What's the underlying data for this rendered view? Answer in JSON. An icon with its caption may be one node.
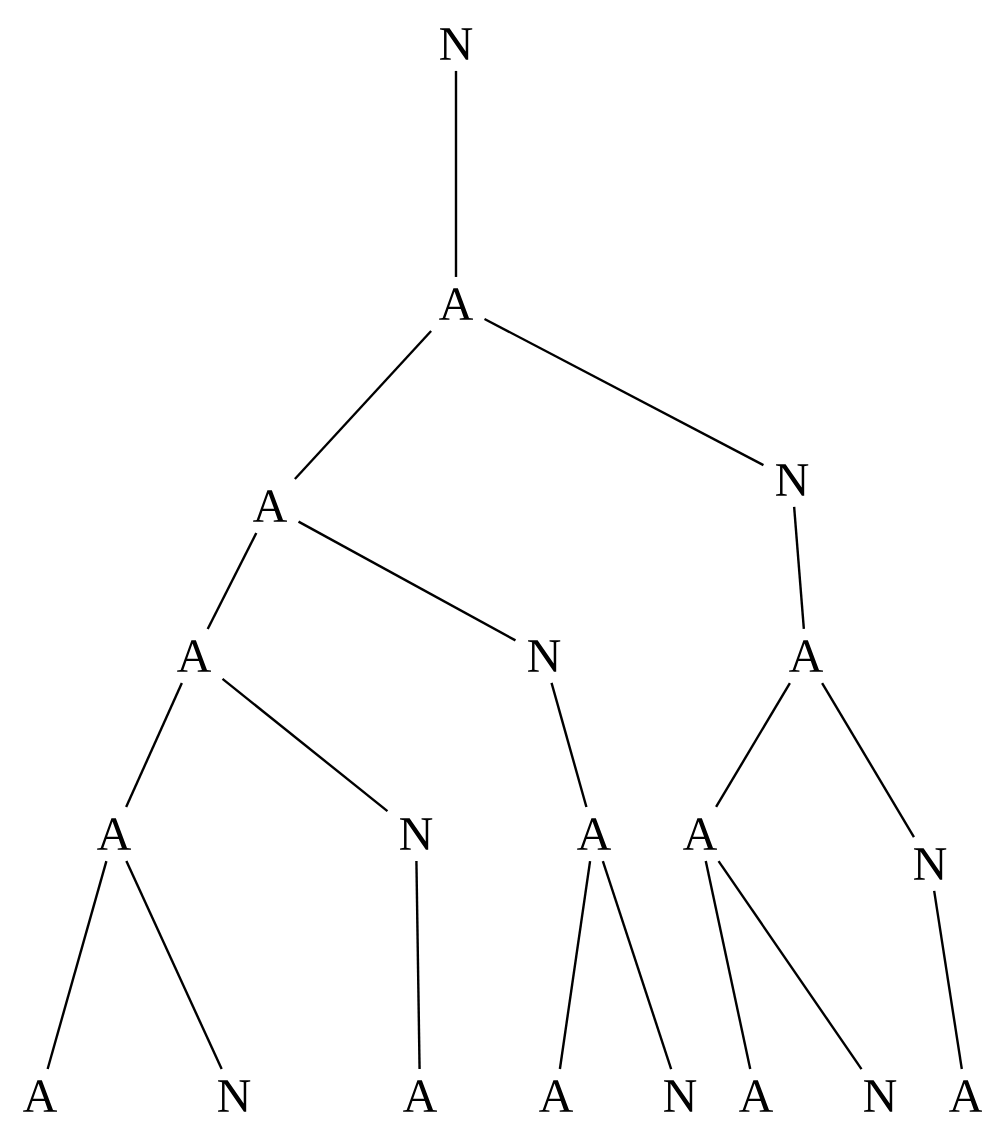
{
  "diagram": {
    "nodes": [
      {
        "text": [
          "N"
        ]
      },
      {
        "text": [
          "A"
        ]
      },
      {
        "text": [
          "A"
        ]
      },
      {
        "text": [
          "N"
        ]
      },
      {
        "text": [
          "A"
        ]
      },
      {
        "text": [
          "N"
        ]
      },
      {
        "text": [
          "A"
        ]
      },
      {
        "text": [
          "A"
        ]
      },
      {
        "text": [
          "N"
        ]
      },
      {
        "text": [
          "A"
        ]
      },
      {
        "text": [
          "A"
        ]
      },
      {
        "text": [
          "N"
        ]
      },
      {
        "text": [
          "A"
        ]
      },
      {
        "text": [
          "N"
        ]
      },
      {
        "text": [
          "A"
        ]
      },
      {
        "text": [
          "A"
        ]
      },
      {
        "text": [
          "N"
        ]
      },
      {
        "text": [
          "A"
        ]
      },
      {
        "text": [
          "N"
        ]
      },
      {
        "text": [
          "A"
        ]
      }
    ],
    "edges": [
      {
        "from": 0,
        "to": 1,
        "arrow": "none"
      },
      {
        "from": 1,
        "to": 2,
        "arrow": "none"
      },
      {
        "from": 1,
        "to": 3,
        "arrow": "none"
      },
      {
        "from": 2,
        "to": 4,
        "arrow": "none"
      },
      {
        "from": 2,
        "to": 5,
        "arrow": "none"
      },
      {
        "from": 3,
        "to": 6,
        "arrow": "none"
      },
      {
        "from": 4,
        "to": 7,
        "arrow": "none"
      },
      {
        "from": 4,
        "to": 8,
        "arrow": "none"
      },
      {
        "from": 5,
        "to": 9,
        "arrow": "none"
      },
      {
        "from": 6,
        "to": 10,
        "arrow": "none"
      },
      {
        "from": 6,
        "to": 11,
        "arrow": "none"
      },
      {
        "from": 7,
        "to": 12,
        "arrow": "none"
      },
      {
        "from": 7,
        "to": 13,
        "arrow": "none"
      },
      {
        "from": 8,
        "to": 14,
        "arrow": "none"
      },
      {
        "from": 9,
        "to": 15,
        "arrow": "none"
      },
      {
        "from": 9,
        "to": 16,
        "arrow": "none"
      },
      {
        "from": 10,
        "to": 17,
        "arrow": "none"
      },
      {
        "from": 10,
        "to": 18,
        "arrow": "none"
      },
      {
        "from": 11,
        "to": 19,
        "arrow": "none"
      }
    ]
  }
}
